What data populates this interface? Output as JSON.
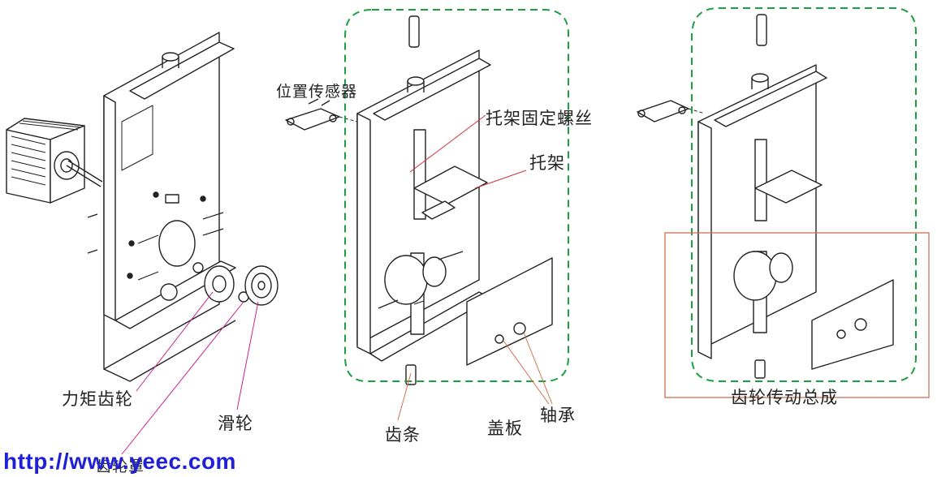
{
  "labels": {
    "position_sensor": "位置传感器",
    "bracket_screw": "托架固定螺丝",
    "bracket": "托架",
    "torque_gear": "力矩齿轮",
    "pulley": "滑轮",
    "rack": "齿条",
    "cover_plate": "盖板",
    "bearing": "轴承",
    "gear_assembly": "齿轮传动总成",
    "covered_label": "齿轮罩"
  },
  "watermark": {
    "url": "http://www.yeec.com"
  },
  "colors": {
    "line": "#222222",
    "dashed_group": "#1aa040",
    "callout_red": "#d0303a",
    "callout_pink": "#c8248c",
    "assembly_box": "#d07050",
    "watermark": "#1f1fd6"
  }
}
